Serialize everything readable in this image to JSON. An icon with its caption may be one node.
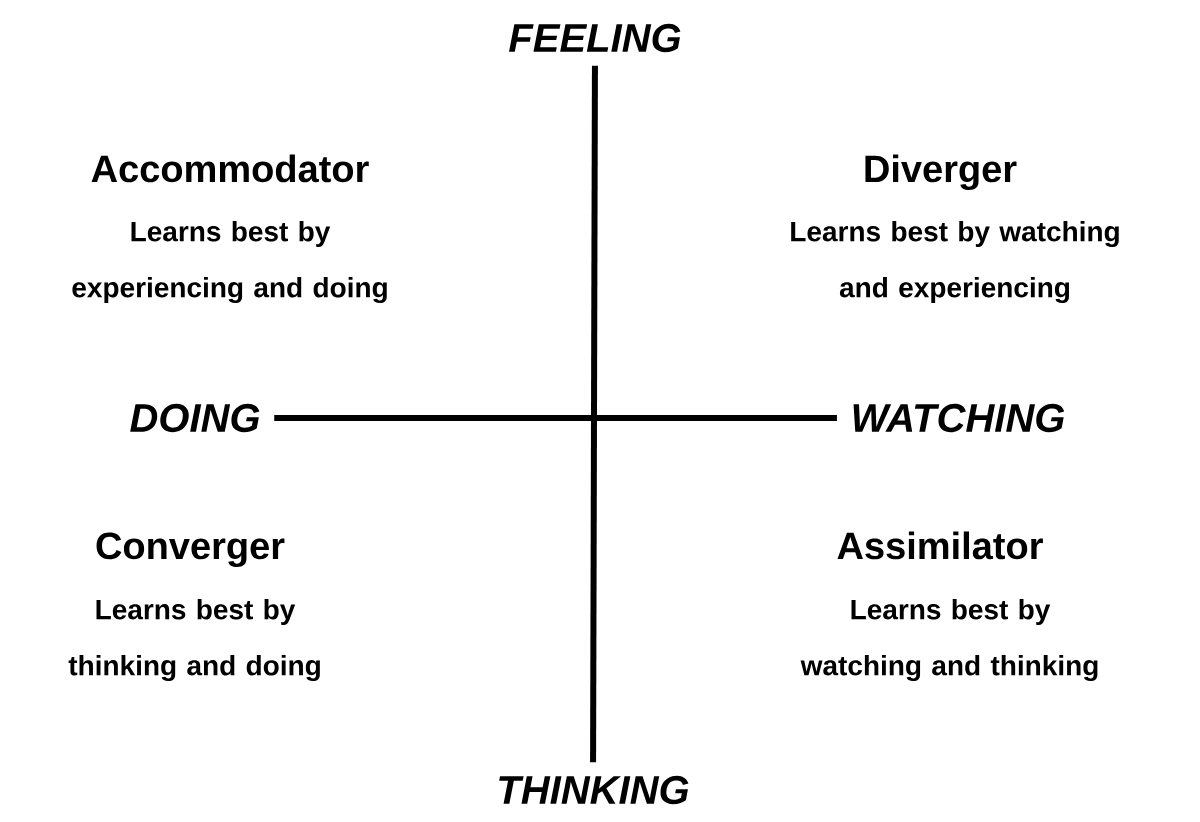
{
  "diagram": {
    "nodes": [
      {
        "text": [
          "FEELING"
        ]
      },
      {
        "text": [
          "DOING"
        ]
      },
      {
        "text": [
          "WATCHING"
        ]
      },
      {
        "text": [
          "THINKING"
        ]
      }
    ],
    "edges": [
      {
        "from": 0,
        "to": 3,
        "arrow": "none"
      },
      {
        "from": 1,
        "to": 2,
        "arrow": "none"
      }
    ],
    "labels": [
      "Accommodator",
      "Learns best by experiencing and doing",
      "Diverger",
      "Learns best by watching and experiencing",
      "Converger",
      "Learns best by thinking and doing",
      "Assimilator",
      "Learns best by watching and thinking"
    ]
  }
}
